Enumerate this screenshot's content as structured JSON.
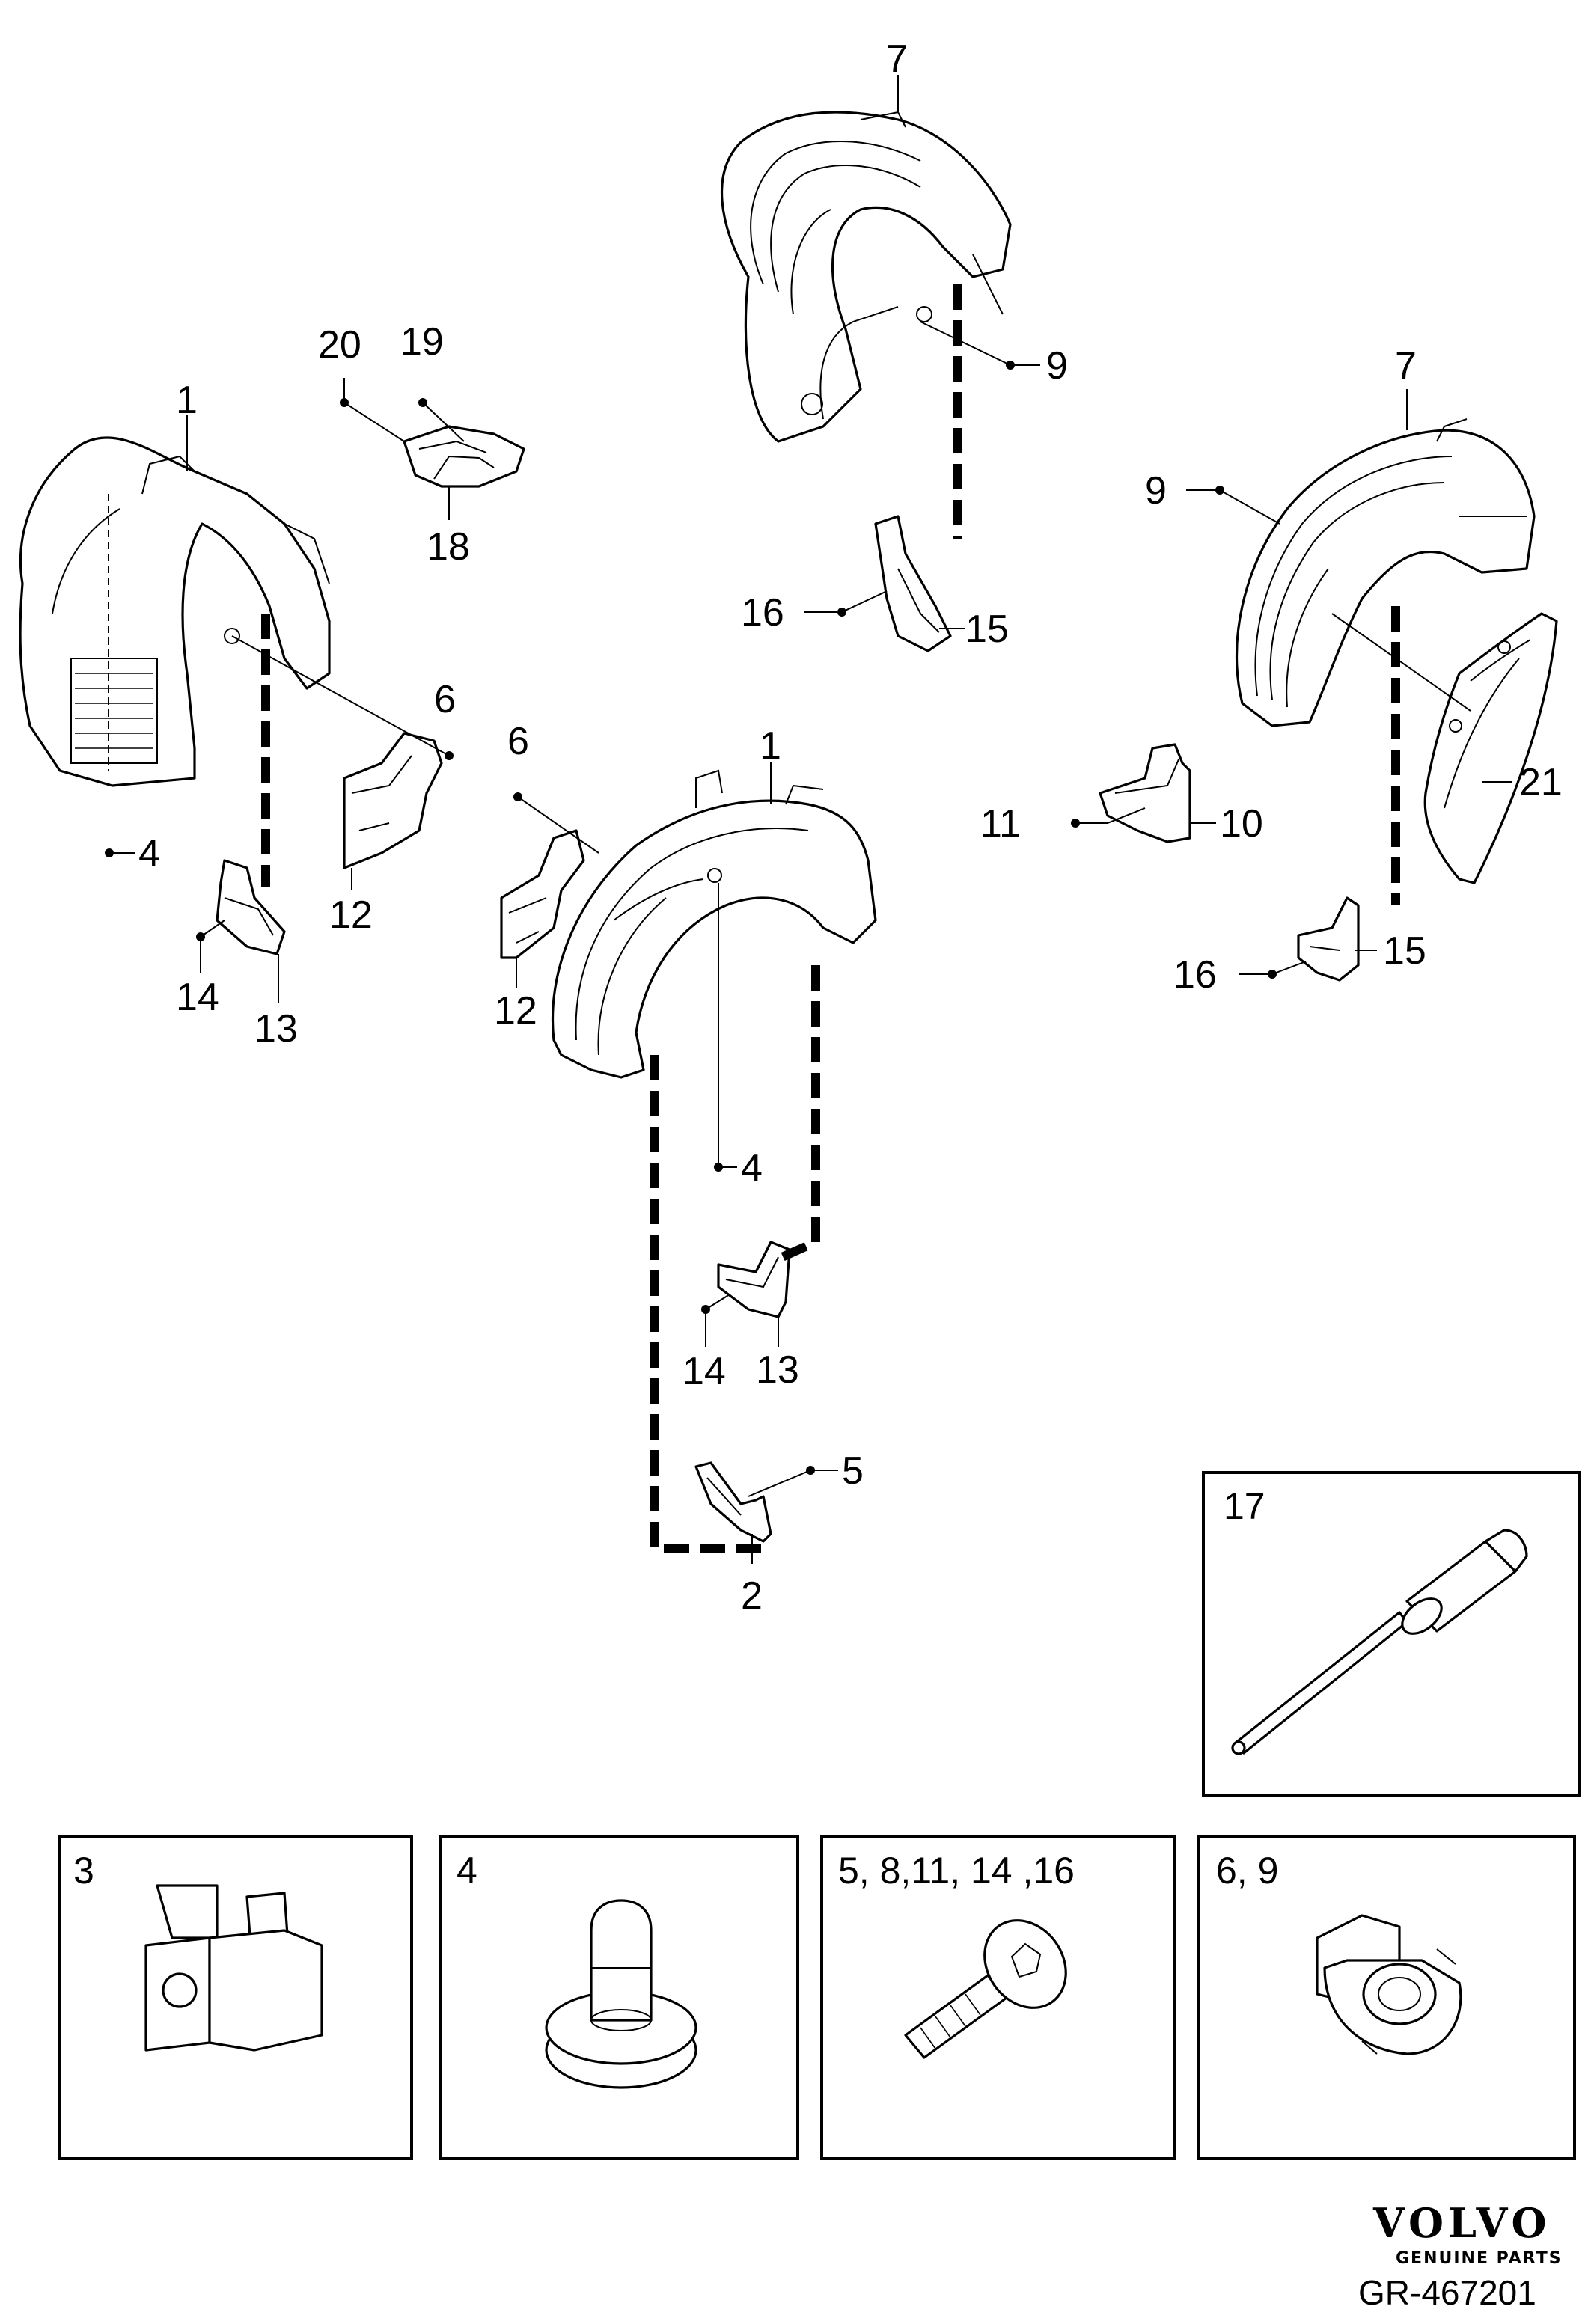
{
  "labels": {
    "l1a": "1",
    "l1b": "1",
    "l2": "2",
    "l4a": "4",
    "l4b": "4",
    "l5": "5",
    "l6a": "6",
    "l6b": "6",
    "l7a": "7",
    "l7b": "7",
    "l9a": "9",
    "l9b": "9",
    "l10": "10",
    "l11": "11",
    "l12a": "12",
    "l12b": "12",
    "l13a": "13",
    "l13b": "13",
    "l14a": "14",
    "l14b": "14",
    "l15a": "15",
    "l15b": "15",
    "l16a": "16",
    "l16b": "16",
    "l18": "18",
    "l19": "19",
    "l20": "20",
    "l21": "21"
  },
  "boxes": {
    "b17": "17",
    "b3": "3",
    "b4": "4",
    "b5": "5, 8,11, 14 ,16",
    "b6": "6, 9"
  },
  "footer": {
    "brand": "VOLVO",
    "tagline": "GENUINE PARTS",
    "code": "GR-467201"
  }
}
